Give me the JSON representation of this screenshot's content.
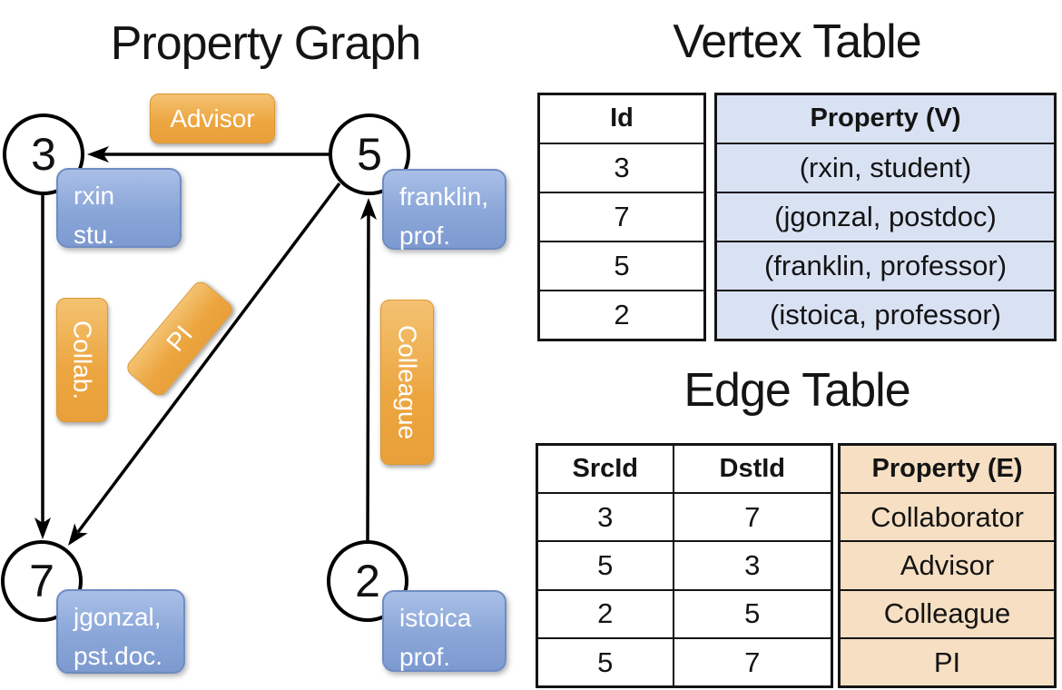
{
  "graph": {
    "title": "Property Graph",
    "nodes": [
      {
        "id": "3",
        "label_line1": "rxin",
        "label_line2": "stu."
      },
      {
        "id": "5",
        "label_line1": "franklin,",
        "label_line2": "prof."
      },
      {
        "id": "7",
        "label_line1": "jgonzal,",
        "label_line2": "pst.doc."
      },
      {
        "id": "2",
        "label_line1": "istoica",
        "label_line2": "prof."
      }
    ],
    "edge_labels": {
      "advisor": "Advisor",
      "collab": "Collab.",
      "pi": "PI",
      "colleague": "Colleague"
    }
  },
  "vertex_table": {
    "title": "Vertex Table",
    "headers": {
      "id": "Id",
      "property": "Property (V)"
    },
    "rows": [
      {
        "id": "3",
        "property": "(rxin, student)"
      },
      {
        "id": "7",
        "property": "(jgonzal, postdoc)"
      },
      {
        "id": "5",
        "property": "(franklin, professor)"
      },
      {
        "id": "2",
        "property": "(istoica, professor)"
      }
    ]
  },
  "edge_table": {
    "title": "Edge Table",
    "headers": {
      "src": "SrcId",
      "dst": "DstId",
      "property": "Property (E)"
    },
    "rows": [
      {
        "src": "3",
        "dst": "7",
        "property": "Collaborator"
      },
      {
        "src": "5",
        "dst": "3",
        "property": "Advisor"
      },
      {
        "src": "2",
        "dst": "5",
        "property": "Colleague"
      },
      {
        "src": "5",
        "dst": "7",
        "property": "PI"
      }
    ]
  },
  "colors": {
    "edge_label_orange": "#eca53f",
    "vertex_box_blue": "#8aa6d8",
    "vertex_table_property_fill": "#d9e2f3",
    "edge_table_property_fill": "#f6dfc2",
    "table_border": "#141414",
    "graph_stroke": "#000000",
    "background": "#ffffff"
  }
}
